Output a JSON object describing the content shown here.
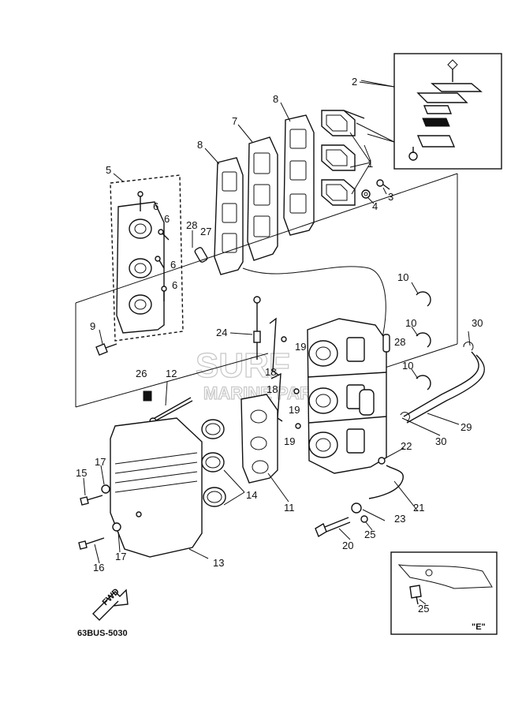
{
  "watermark": {
    "line1": "SURF",
    "line2": "MARINE PARTS"
  },
  "diagram_code": "63BUS-5030",
  "fwd_label": "FWD",
  "detail_label": "\"E\"",
  "labels": {
    "l1": "1",
    "l2": "2",
    "l3": "3",
    "l4": "4",
    "l5": "5",
    "l6a": "6",
    "l6b": "6",
    "l6c": "6",
    "l6d": "6",
    "l7": "7",
    "l8a": "8",
    "l8b": "8",
    "l9": "9",
    "l10a": "10",
    "l10b": "10",
    "l10c": "10",
    "l11": "11",
    "l12": "12",
    "l13": "13",
    "l14": "14",
    "l15": "15",
    "l16": "16",
    "l17a": "17",
    "l17b": "17",
    "l18a": "18",
    "l18b": "18",
    "l19a": "19",
    "l19b": "19",
    "l19c": "19",
    "l20": "20",
    "l21": "21",
    "l22": "22",
    "l23": "23",
    "l24": "24",
    "l25a": "25",
    "l25b": "25",
    "l26": "26",
    "l27": "27",
    "l28a": "28",
    "l28b": "28",
    "l29": "29",
    "l30a": "30",
    "l30b": "30"
  }
}
